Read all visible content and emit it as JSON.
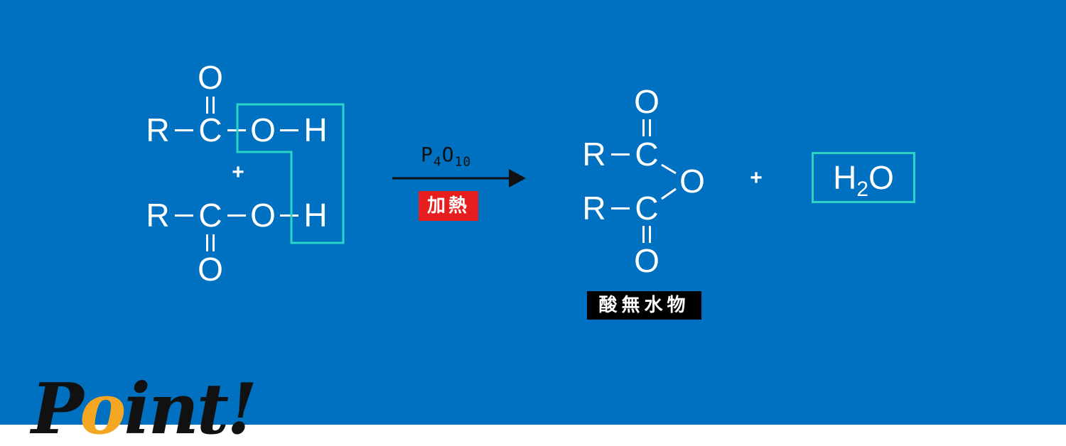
{
  "colors": {
    "background": "#0070c0",
    "footer": "#ffffff",
    "highlight": "#2ed3c8",
    "heat_badge": "#e61e1e",
    "name_badge": "#000000",
    "arrow": "#111111",
    "logo_text": "#111111",
    "logo_accent": "#f5a623"
  },
  "reactant_top": {
    "r": "R",
    "c": "C",
    "o_single": "O",
    "h": "H",
    "o_double": "O"
  },
  "reactant_bottom": {
    "r": "R",
    "c": "C",
    "o_single": "O",
    "h": "H",
    "o_double": "O"
  },
  "reactant_plus": "+",
  "reaction": {
    "reagent_main": "P",
    "reagent_sub1": "4",
    "reagent_mid": "O",
    "reagent_sub2": "10",
    "condition": "加熱"
  },
  "product": {
    "top": {
      "r": "R",
      "c": "C",
      "o_double": "O"
    },
    "bottom": {
      "r": "R",
      "c": "C",
      "o_double": "O"
    },
    "bridge_o": "O",
    "name": "酸無水物"
  },
  "product_plus": "+",
  "byproduct": {
    "h": "H",
    "sub": "2",
    "o": "O"
  },
  "logo": {
    "part1": "P",
    "accent": "o",
    "part2": "int!"
  }
}
